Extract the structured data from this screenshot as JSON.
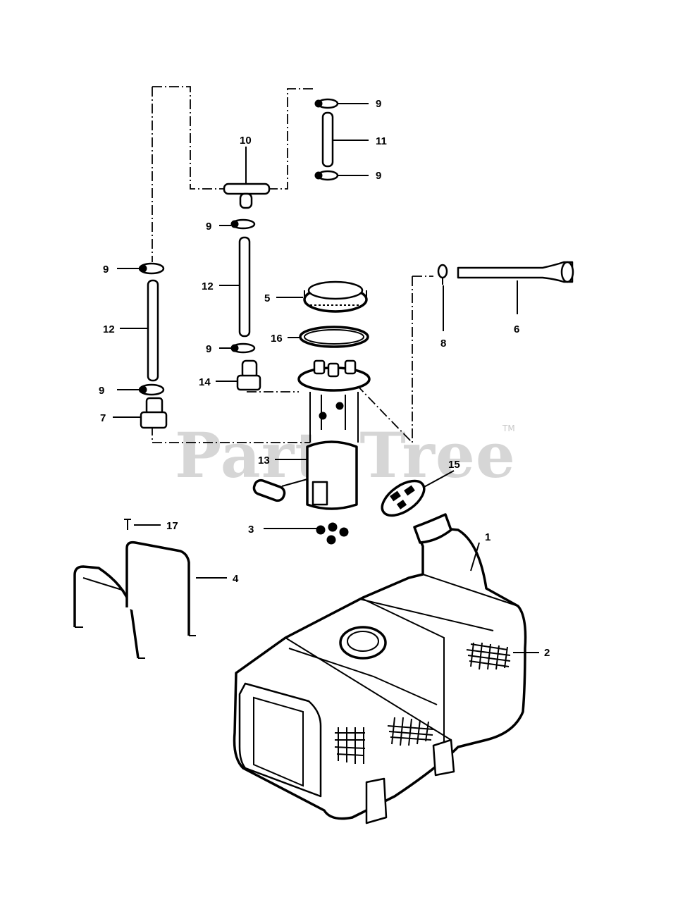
{
  "watermark": {
    "text": "PartsTree",
    "trademark": "TM"
  },
  "callouts": {
    "c1": "1",
    "c2": "2",
    "c3": "3",
    "c4": "4",
    "c5": "5",
    "c6": "6",
    "c7": "7",
    "c8": "8",
    "c9a": "9",
    "c9b": "9",
    "c9c": "9",
    "c9d": "9",
    "c9e": "9",
    "c9f": "9",
    "c10": "10",
    "c11": "11",
    "c12a": "12",
    "c12b": "12",
    "c13": "13",
    "c14": "14",
    "c15": "15",
    "c16": "16",
    "c17": "17"
  }
}
